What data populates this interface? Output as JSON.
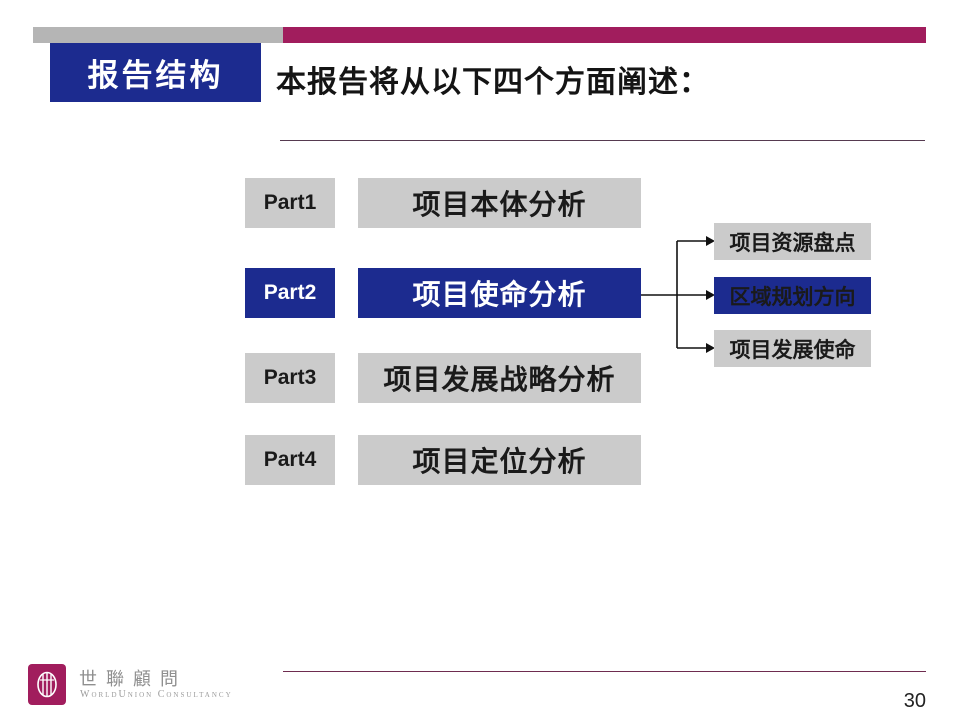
{
  "slide": {
    "tag": "报告结构",
    "title": "本报告将从以下四个方面阐述：",
    "page_number": "30"
  },
  "diagram": {
    "parts": [
      {
        "label": "Part1",
        "title": "项目本体分析",
        "highlighted": false
      },
      {
        "label": "Part2",
        "title": "项目使命分析",
        "highlighted": true
      },
      {
        "label": "Part3",
        "title": "项目发展战略分析",
        "highlighted": false
      },
      {
        "label": "Part4",
        "title": "项目定位分析",
        "highlighted": false
      }
    ],
    "part2_breakdown": [
      {
        "label": "项目资源盘点",
        "highlighted": false
      },
      {
        "label": "区域规划方向",
        "highlighted": true
      },
      {
        "label": "项目发展使命",
        "highlighted": false
      }
    ]
  },
  "footer": {
    "logo_cn": "世聯顧問",
    "logo_en": "WorldUnion Consultancy"
  },
  "colors": {
    "accent_crimson": "#a11d5d",
    "accent_navy": "#1c2b8f",
    "box_gray": "#cbcbcb",
    "bar_gray": "#b5b5b5",
    "connector_black": "#111111"
  }
}
